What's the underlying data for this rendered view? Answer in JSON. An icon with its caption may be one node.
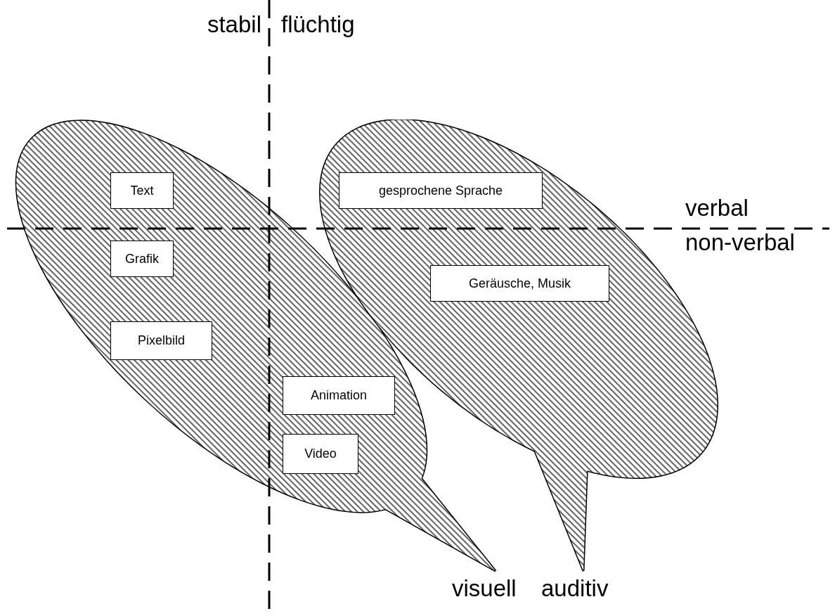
{
  "diagram": {
    "nodes": [
      {
        "text": [],
        "shape": "bubble",
        "beside": [
          "visuell"
        ]
      },
      {
        "text": [
          "Text"
        ],
        "in": 0
      },
      {
        "text": [
          "Grafik"
        ],
        "in": 0
      },
      {
        "text": [
          "Pixelbild"
        ],
        "in": 0
      },
      {
        "text": [
          "Animation"
        ],
        "in": 0
      },
      {
        "text": [
          "Video"
        ],
        "in": 0
      },
      {
        "text": [],
        "shape": "bubble",
        "beside": [
          "auditiv"
        ]
      },
      {
        "text": [
          "gesprochene Sprache"
        ],
        "in": 6
      },
      {
        "text": [
          "Geräusche, Musik"
        ],
        "in": 6
      }
    ],
    "edges": [],
    "labels": [
      "stabil",
      "flüchtig",
      "verbal",
      "non-verbal"
    ]
  }
}
